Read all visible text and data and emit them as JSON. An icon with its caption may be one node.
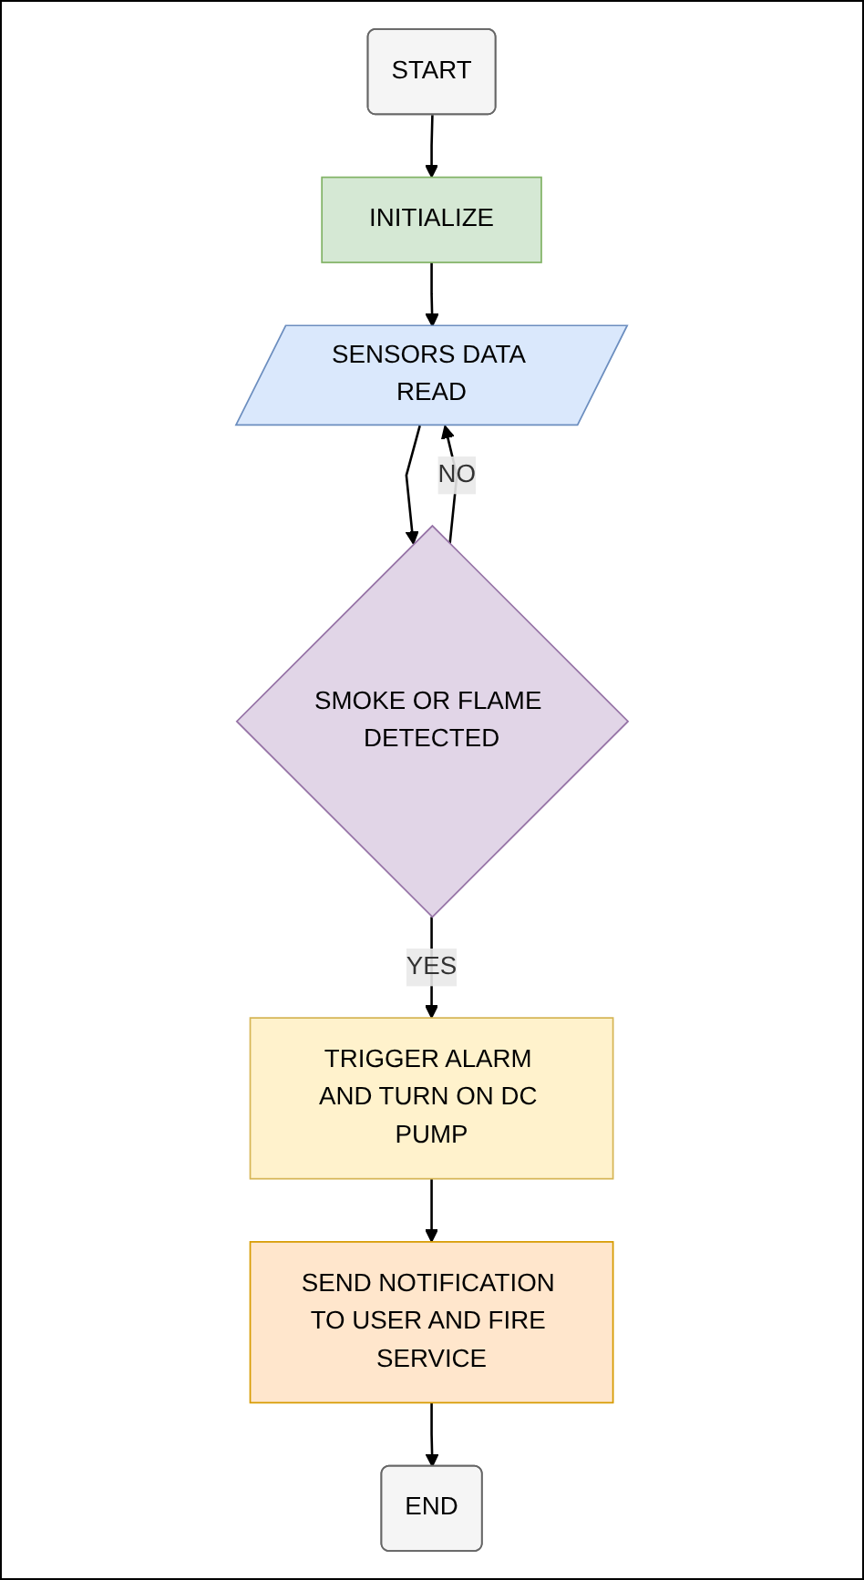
{
  "diagram": {
    "nodes": [
      {
        "text": [
          "START"
        ]
      },
      {
        "text": [
          "INITIALIZE"
        ]
      },
      {
        "text": [
          "SENSORS DATA READ"
        ]
      },
      {
        "text": [
          "SMOKE OR FLAME DETECTED"
        ]
      },
      {
        "text": [
          "TRIGGER ALARM AND TURN ON DC PUMP"
        ]
      },
      {
        "text": [
          "SEND NOTIFICATION TO USER AND FIRE SERVICE"
        ]
      },
      {
        "text": [
          "END"
        ]
      }
    ],
    "edges": [
      {
        "from": 0,
        "to": 1,
        "arrow": "to"
      },
      {
        "from": 1,
        "to": 2,
        "arrow": "to"
      },
      {
        "from": 2,
        "to": 3,
        "arrow": "to"
      },
      {
        "from": 3,
        "to": 2,
        "arrow": "to",
        "label": "NO"
      },
      {
        "from": 3,
        "to": 4,
        "arrow": "to",
        "label": "YES"
      },
      {
        "from": 4,
        "to": 5,
        "arrow": "to"
      },
      {
        "from": 5,
        "to": 6,
        "arrow": "to"
      }
    ]
  }
}
